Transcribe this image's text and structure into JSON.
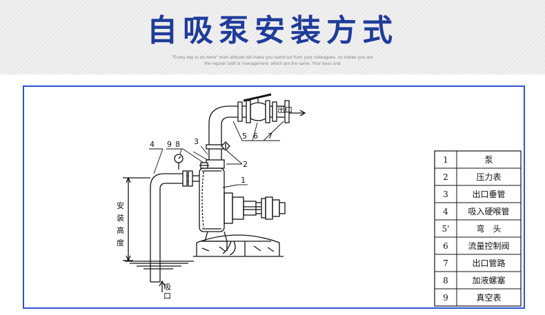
{
  "header": {
    "title": "自吸泵安装方式",
    "motto_line1": "\"Every day to do more\" work attitude will make you stand out from your colleagues, no matter you are",
    "motto_line2": "the regular staff or management, which are the same. Your boss and"
  },
  "diagram": {
    "callouts": [
      "1",
      "2",
      "3",
      "4",
      "5",
      "6",
      "7",
      "8",
      "9"
    ],
    "outlet_label": "出口",
    "inlet_label_1": "吸",
    "inlet_label_2": "口",
    "height_label": [
      "安",
      "装",
      "高",
      "度"
    ]
  },
  "parts_table": {
    "rows": [
      {
        "no": "1",
        "name": "泵"
      },
      {
        "no": "2",
        "name": "压力表"
      },
      {
        "no": "3",
        "name": "出口垂管"
      },
      {
        "no": "4",
        "name": "吸入硬喉管"
      },
      {
        "no": "5'",
        "name": "弯　头"
      },
      {
        "no": "6",
        "name": "流量控制阀"
      },
      {
        "no": "7",
        "name": "出口管路"
      },
      {
        "no": "8",
        "name": "加液螺塞"
      },
      {
        "no": "9",
        "name": "真空表"
      }
    ]
  },
  "colors": {
    "title": "#1f3c9a",
    "frame": "#2a55d8",
    "line": "#111111"
  }
}
